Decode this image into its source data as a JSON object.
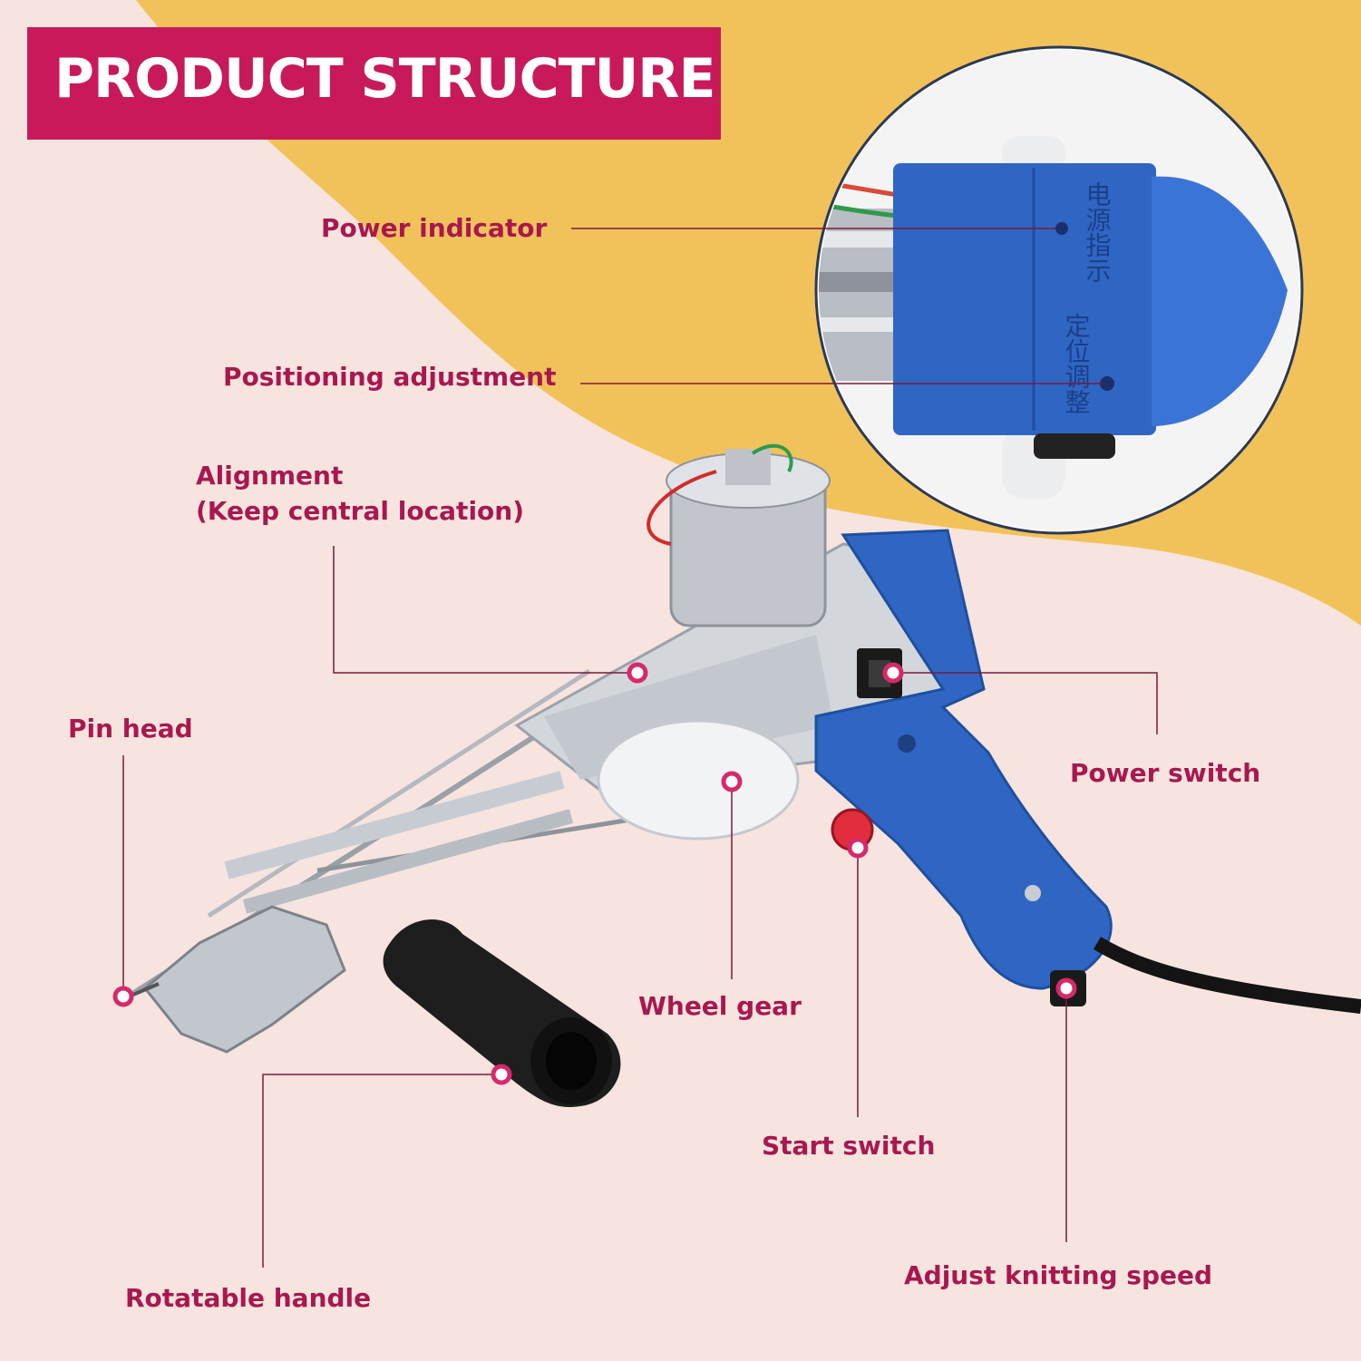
{
  "title": "PRODUCT STRUCTURE",
  "inset_texts": {
    "power_indicator_cn": "电源指示",
    "positioning_cn": "定位调整"
  },
  "colors": {
    "banner": "#c81a5a",
    "label": "#a8184f",
    "background_pink": "#f7e4df",
    "background_yellow": "#f2c25a",
    "tool_blue": "#2f66c4",
    "tool_silver": "#c9cdd3",
    "handle_black": "#1e1e1e"
  },
  "labels": {
    "power_indicator": "Power indicator",
    "positioning_adjustment": "Positioning adjustment",
    "alignment_line1": "Alignment",
    "alignment_line2": "(Keep central location)",
    "pin_head": "Pin head",
    "power_switch": "Power switch",
    "wheel_gear": "Wheel gear",
    "start_switch": "Start switch",
    "adjust_knitting_speed": "Adjust knitting speed",
    "rotatable_handle": "Rotatable handle"
  }
}
